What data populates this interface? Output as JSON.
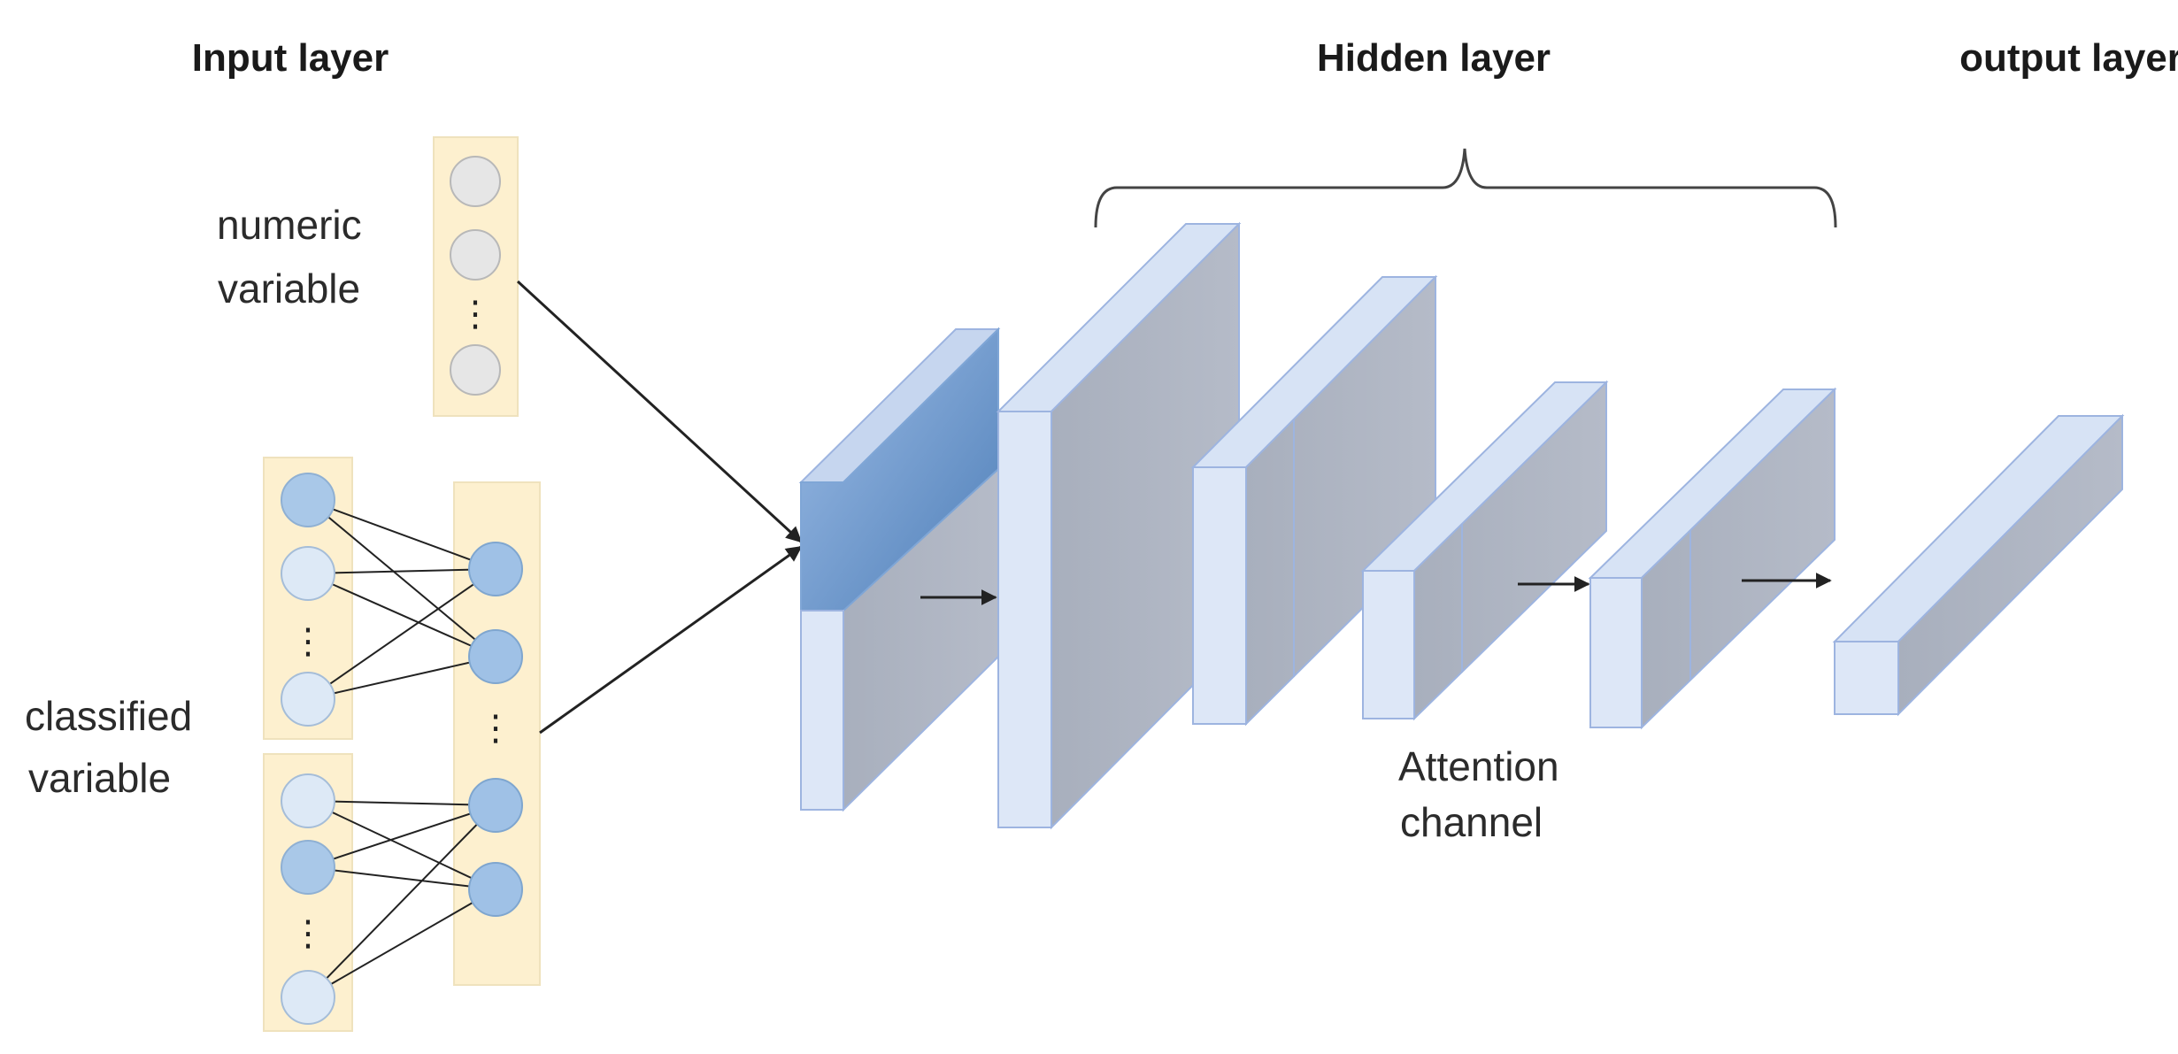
{
  "titles": {
    "input": "Input layer",
    "hidden": "Hidden layer",
    "output": "output layer"
  },
  "labels": {
    "numeric_line1": "numeric",
    "numeric_line2": "variable",
    "classified_line1": "classified",
    "classified_line2": "variable",
    "attention_line1": "Attention",
    "attention_line2": "channel"
  },
  "ellipsis": "⋮",
  "colors": {
    "panel_fill": "#fdf0cf",
    "panel_stroke": "#efe2bd",
    "node_gray": "#e6e6e6",
    "node_gray_stroke": "#b8b8b8",
    "node_light_blue": "#dde9f6",
    "node_mid_blue": "#a9c8e8",
    "node_blue": "#9fc1e6",
    "node_blue_stroke": "#7fa6cf",
    "block_front": "#dde7f7",
    "block_side": "#aeb4c2",
    "block_stroke": "#9db4e0",
    "block_accent_top": "#8fb3e3",
    "block_accent_bottom": "#5a87bd",
    "edge": "#222222"
  }
}
